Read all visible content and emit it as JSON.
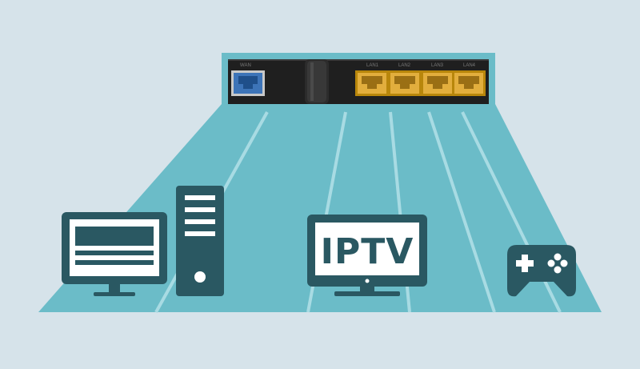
{
  "router": {
    "ports": [
      {
        "label": "WAN",
        "color": "#3d74b8"
      },
      {
        "label": "LAN1",
        "color": "#d8a23a"
      },
      {
        "label": "LAN2",
        "color": "#d8a23a"
      },
      {
        "label": "LAN3",
        "color": "#d8a23a"
      },
      {
        "label": "LAN4",
        "color": "#d8a23a"
      }
    ]
  },
  "devices": [
    {
      "name": "desktop-monitor",
      "icon": "monitor-icon"
    },
    {
      "name": "pc-tower",
      "icon": "pc-tower-icon"
    },
    {
      "name": "iptv",
      "icon": "tv-icon",
      "label": "IPTV"
    },
    {
      "name": "game-console",
      "icon": "gamepad-icon"
    }
  ],
  "colors": {
    "background": "#d6e3ea",
    "floor": "#6bbcc8",
    "device": "#2a5862",
    "router_frame": "#6bbcc8",
    "router_body": "#1f1f1f"
  }
}
